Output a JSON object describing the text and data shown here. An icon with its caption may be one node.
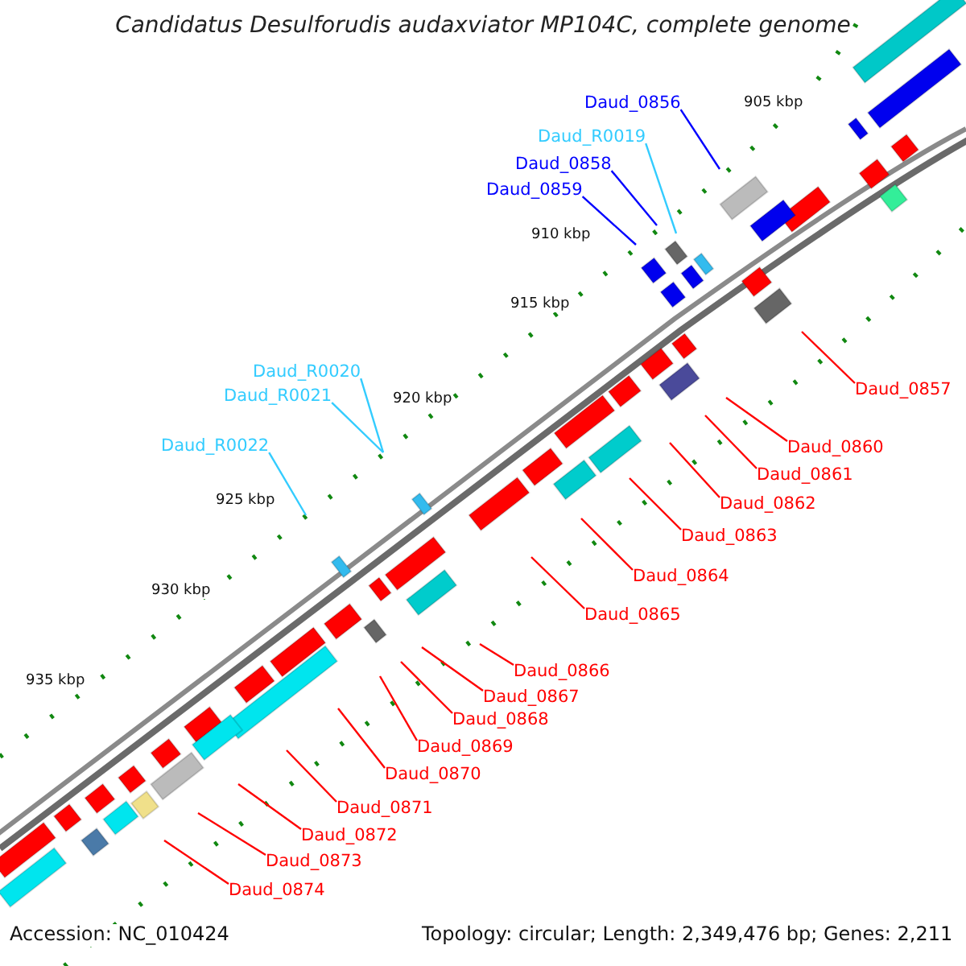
{
  "diagram": {
    "title": "Candidatus Desulforudis audaxviator MP104C, complete genome",
    "nodes": [
      {
        "text": [
          "Daud_0856"
        ]
      },
      {
        "text": [
          "Daud_R0019"
        ]
      },
      {
        "text": [
          "Daud_0858"
        ]
      },
      {
        "text": [
          "Daud_0859"
        ]
      },
      {
        "text": [
          "Daud_R0020"
        ]
      },
      {
        "text": [
          "Daud_0857"
        ]
      },
      {
        "text": [
          "Daud_R0021"
        ]
      },
      {
        "text": [
          "Daud_R0022"
        ]
      },
      {
        "text": [
          "Daud_0860"
        ]
      },
      {
        "text": [
          "Daud_0861"
        ]
      },
      {
        "text": [
          "Daud_0862"
        ]
      },
      {
        "text": [
          "Daud_0863"
        ]
      },
      {
        "text": [
          "Daud_0864"
        ]
      },
      {
        "text": [
          "Daud_0865"
        ]
      },
      {
        "text": [
          "Daud_0866"
        ]
      },
      {
        "text": [
          "Daud_0867"
        ]
      },
      {
        "text": [
          "Daud_0868"
        ]
      },
      {
        "text": [
          "Daud_0869"
        ]
      },
      {
        "text": [
          "Daud_0870"
        ]
      },
      {
        "text": [
          "Daud_0871"
        ]
      },
      {
        "text": [
          "Daud_0872"
        ]
      },
      {
        "text": [
          "Daud_0873"
        ]
      },
      {
        "text": [
          "Daud_0874"
        ]
      }
    ],
    "edges": [
      {
        "from": 0,
        "to": null,
        "arrow": "none",
        "color": "#0000ff"
      },
      {
        "from": 1,
        "to": null,
        "arrow": "none",
        "color": "#33ccff"
      },
      {
        "from": 2,
        "to": null,
        "arrow": "none",
        "color": "#0000ff"
      },
      {
        "from": 3,
        "to": null,
        "arrow": "none",
        "color": "#0000ff"
      },
      {
        "from": 4,
        "to": null,
        "arrow": "none",
        "color": "#33ccff"
      },
      {
        "from": 5,
        "to": null,
        "arrow": "none"
      },
      {
        "from": 6,
        "to": null,
        "arrow": "none",
        "color": "#33ccff"
      },
      {
        "from": 7,
        "to": null,
        "arrow": "none",
        "color": "#33ccff"
      },
      {
        "from": 8,
        "to": null,
        "arrow": "none"
      },
      {
        "from": 9,
        "to": null,
        "arrow": "none"
      },
      {
        "from": 10,
        "to": null,
        "arrow": "none"
      },
      {
        "from": 11,
        "to": null,
        "arrow": "none"
      },
      {
        "from": 12,
        "to": null,
        "arrow": "none"
      },
      {
        "from": 13,
        "to": null,
        "arrow": "none"
      },
      {
        "from": 14,
        "to": null,
        "arrow": "none"
      },
      {
        "from": 15,
        "to": null,
        "arrow": "none"
      },
      {
        "from": 16,
        "to": null,
        "arrow": "none"
      },
      {
        "from": 17,
        "to": null,
        "arrow": "none"
      },
      {
        "from": 18,
        "to": null,
        "arrow": "none"
      },
      {
        "from": 19,
        "to": null,
        "arrow": "none"
      },
      {
        "from": 20,
        "to": null,
        "arrow": "none"
      },
      {
        "from": 21,
        "to": null,
        "arrow": "none"
      },
      {
        "from": 22,
        "to": null,
        "arrow": "none"
      }
    ],
    "labels": [
      "905 kbp",
      "910 kbp",
      "915 kbp",
      "920 kbp",
      "925 kbp",
      "930 kbp",
      "935 kbp",
      "Accession: NC_010424",
      "Topology: circular; Length: 2,349,476 bp; Genes: 2,211"
    ]
  }
}
